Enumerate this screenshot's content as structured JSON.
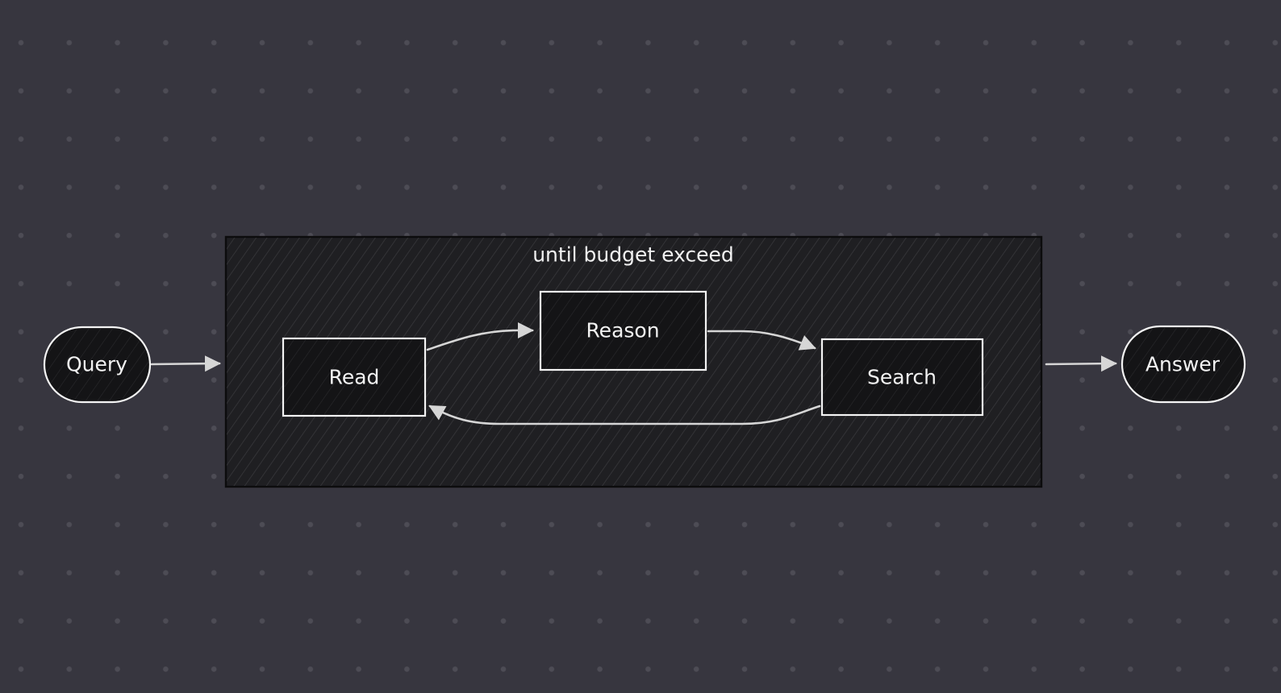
{
  "diagram": {
    "group_label": "until budget exceed",
    "nodes": {
      "query": "Query",
      "read": "Read",
      "reason": "Reason",
      "search": "Search",
      "answer": "Answer"
    },
    "edges": [
      {
        "from": "Query",
        "to": "until budget exceed"
      },
      {
        "from": "Read",
        "to": "Reason"
      },
      {
        "from": "Reason",
        "to": "Search"
      },
      {
        "from": "Search",
        "to": "Read"
      },
      {
        "from": "until budget exceed",
        "to": "Answer"
      }
    ]
  },
  "colors": {
    "background": "#37363f",
    "grid_dot": "#4d4c55",
    "group_fill": "#1f1f22",
    "node_fill": "#141416",
    "node_stroke": "#f4f4f4",
    "edge": "#d6d6d6",
    "text": "#f2f2f2"
  }
}
